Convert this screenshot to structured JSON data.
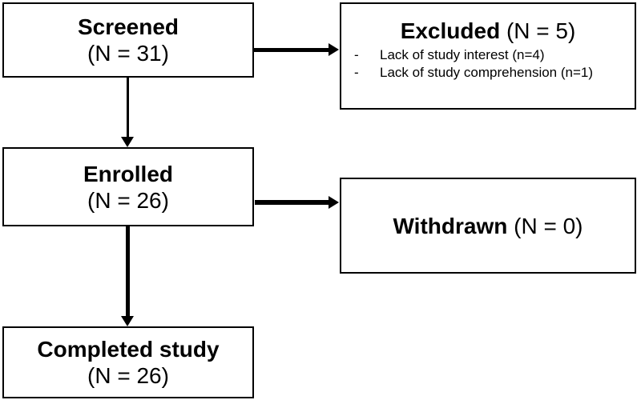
{
  "diagram": {
    "type": "flowchart",
    "colors": {
      "background": "#ffffff",
      "box_fill": "#ffffff",
      "box_border": "#000000",
      "text": "#000000",
      "arrow": "#000000"
    },
    "boxes": {
      "screened": {
        "title": "Screened",
        "subtitle": "(N = 31)"
      },
      "excluded": {
        "title": "Excluded",
        "count": " (N = 5)",
        "bullet": "-",
        "items": [
          "Lack of study interest (n=4)",
          "Lack of study comprehension (n=1)"
        ]
      },
      "enrolled": {
        "title": "Enrolled",
        "subtitle": "(N = 26)"
      },
      "withdrawn": {
        "title": "Withdrawn",
        "count": " (N = 0)"
      },
      "completed": {
        "title": "Completed study",
        "subtitle": "(N = 26)"
      }
    }
  }
}
